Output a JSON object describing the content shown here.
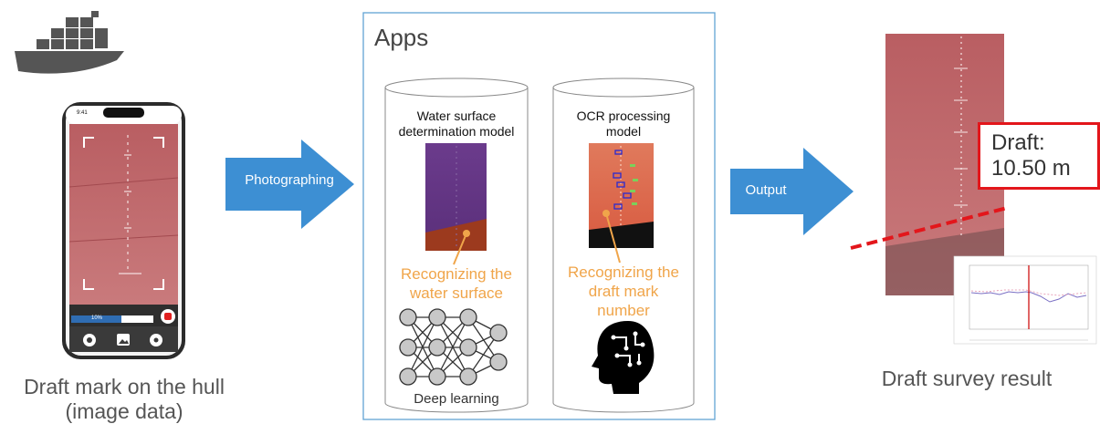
{
  "left_caption": [
    "Draft mark on the hull",
    "(image data)"
  ],
  "right_caption": "Draft survey result",
  "apps_box": {
    "title": "Apps"
  },
  "arrows": {
    "photographing": "Photographing",
    "output": "Output"
  },
  "model_left": {
    "title": [
      "Water surface",
      "determination model"
    ],
    "recognize": [
      "Recognizing the",
      "water surface"
    ],
    "footer": "Deep learning"
  },
  "model_right": {
    "title": [
      "OCR processing",
      "model"
    ],
    "recognize": [
      "Recognizing the",
      "draft mark",
      "number"
    ]
  },
  "result": {
    "draft_label": "Draft:",
    "draft_value": "10.50 m"
  },
  "phone": {
    "time": "9:41",
    "progress": "10%"
  },
  "icons": [
    "ship-icon",
    "camera-icon",
    "image-icon",
    "settings-icon",
    "record-icon",
    "brain-icon",
    "neural-network-icon"
  ],
  "colors": {
    "arrow": "#3d8fd3",
    "hull": "#b8585c",
    "highlight": "#f0a54a",
    "draft_line": "#e3161b",
    "apps_border": "#62a3d4"
  }
}
